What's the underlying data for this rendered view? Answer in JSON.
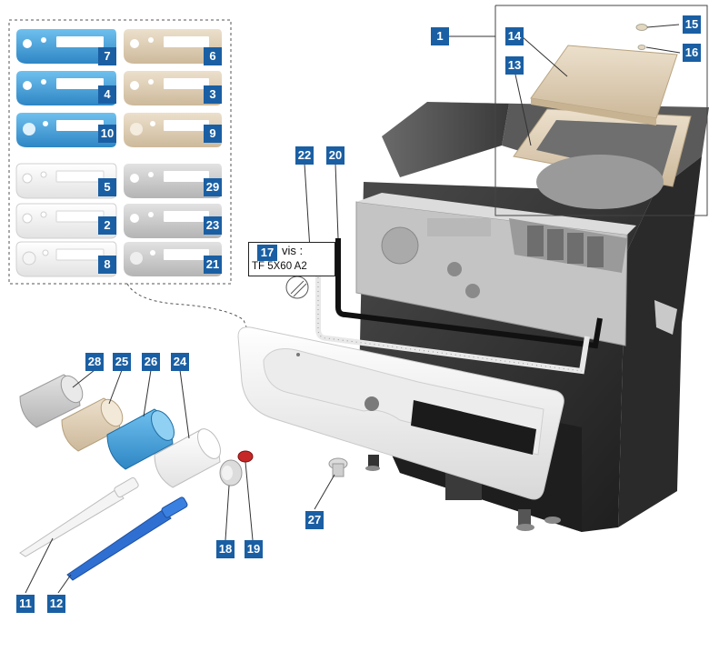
{
  "colors": {
    "callout": "#1a5fa3",
    "blue_panel": "#4a9fd6",
    "beige_panel": "#dbcbb2",
    "white_panel": "#eeeeee",
    "grey_panel": "#cfcfcf",
    "body_dark": "#2b2b2b"
  },
  "icons": {
    "panel": "control-panel-variant-icon",
    "nozzle": "nozzle-icon",
    "sleeve": "sleeve-icon",
    "screw": "screw-icon"
  },
  "callouts": {
    "p1": "1",
    "p2": "2",
    "p3": "3",
    "p4": "4",
    "p5": "5",
    "p6": "6",
    "p7": "7",
    "p8": "8",
    "p9": "9",
    "p10": "10",
    "p11": "11",
    "p12": "12",
    "p13": "13",
    "p14": "14",
    "p15": "15",
    "p16": "16",
    "p18": "18",
    "p19": "19",
    "p20": "20",
    "p21": "21",
    "p22": "22",
    "p23": "23",
    "p24": "24",
    "p25": "25",
    "p26": "26",
    "p27": "27",
    "p28": "28",
    "p29": "29"
  },
  "screw_note": {
    "number": "17",
    "label": "vis :",
    "spec": "TF 5X60 A2"
  }
}
